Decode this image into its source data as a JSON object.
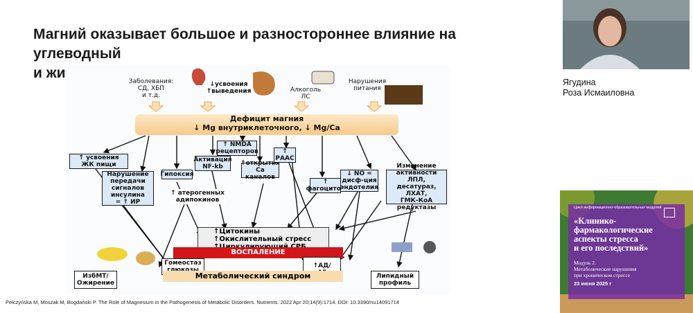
{
  "slide": {
    "title_line1": "Магний оказывает большое и разностороннее влияние на углеводный",
    "title_line2": "и жировой обмен",
    "citation": "Pelczyńska M, Moszak M, Bogdański P. The Role of Magnesium in the Pathogenesis of Metabolic Disorders. Nutrients. 2022 Apr 20;14(9):1714. DOI: 10.3390/nu14091714"
  },
  "diagram": {
    "causes": {
      "diseases": "Заболевания:\nСД, ХБП\nи т.д.",
      "absorption": "↓усвоения\n↑выведения",
      "alcohol": "Алкоголь\nЛС",
      "nutrition": "Нарушения\nпитания"
    },
    "deficit_line1": "Дефицит магния",
    "deficit_line2": "↓ Mg внутриклеточного, ↓ Mg/Ca",
    "boxes": {
      "fa_absorption": "↑ усвоения\nЖК пищи",
      "insulin": "Нарушение\nпередачи\nсигналов\nинсулина\n= ↑ ИР",
      "hypoxia": "Гипоксия",
      "adipokines": "↑ атерогенных\nадипокинов",
      "nfkb": "Активация\nNF-kb",
      "nmda": "↑ NMDA\nрецепторов",
      "ca_channels": "↑открытия\nCa каналов",
      "raas": "↑\nРААС",
      "phagocytes": "↑\nфагоцитов",
      "no": "↓ NO =\nдисф-ция\nэндотелия",
      "lpl": "Изменение\nактивности ЛПЛ,\nдесатураз, ЛХАТ,\nГМК-КоА\nредуктазы",
      "glucose": "Гомеостаз\nглюкозы",
      "bp": "↑АД/\nАГ",
      "obesity": "ИзбМТ/\nОжирение",
      "lipid": "Липидный\nпрофиль"
    },
    "stress_line1": "↑Цитокины",
    "stress_line2": "↑Окислительный стресс",
    "stress_line3": "↑Циркулирующий СРБ",
    "inflammation": "ВОСПАЛЕНИЕ",
    "metabolic_syndrome": "Метаболический синдром"
  },
  "speaker": {
    "surname": "Ягудина",
    "given_names": "Роза Исмаиловна"
  },
  "promo": {
    "series": "Цикл информационно-образовательных модулей",
    "title": "«Клинико-\nфармакологические\nаспекты стресса\nи его последствий»",
    "module": "Модуль 2.\nМетаболические нарушения\nпри хроническом стрессе",
    "date": "23 июня 2025 г"
  },
  "colors": {
    "box_fill": "#dce9f7",
    "inflammation": "#d2151b",
    "deficit": "#f7c98a",
    "promo_overlay": "#7828aa"
  }
}
